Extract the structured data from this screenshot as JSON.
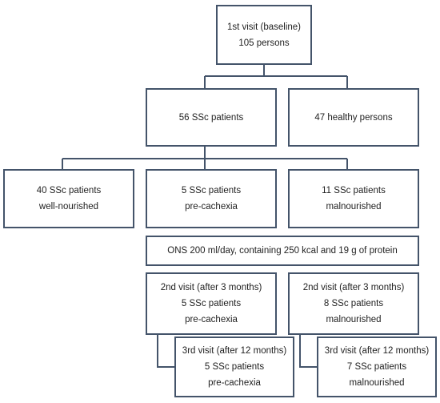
{
  "nodes": {
    "baseline": {
      "line1": "1st visit (baseline)",
      "line2": "105 persons"
    },
    "ssc": {
      "line1": "56 SSc patients"
    },
    "healthy": {
      "line1": "47 healthy persons"
    },
    "well": {
      "line1": "40 SSc patients",
      "line2": "well-nourished"
    },
    "precachexia": {
      "line1": "5 SSc patients",
      "line2": "pre-cachexia"
    },
    "malnourished": {
      "line1": "11 SSc patients",
      "line2": "malnourished"
    },
    "ons": {
      "line1": "ONS 200 ml/day, containing 250 kcal and 19 g of protein"
    },
    "visit2_pre": {
      "line1": "2nd visit (after 3 months)",
      "line2": "5 SSc patients",
      "line3": "pre-cachexia"
    },
    "visit2_mal": {
      "line1": "2nd visit (after 3 months)",
      "line2": "8 SSc patients",
      "line3": "malnourished"
    },
    "visit3_pre": {
      "line1": "3rd visit (after 12 months)",
      "line2": "5 SSc patients",
      "line3": "pre-cachexia"
    },
    "visit3_mal": {
      "line1": "3rd visit (after 12 months)",
      "line2": "7 SSc patients",
      "line3": "malnourished"
    }
  }
}
